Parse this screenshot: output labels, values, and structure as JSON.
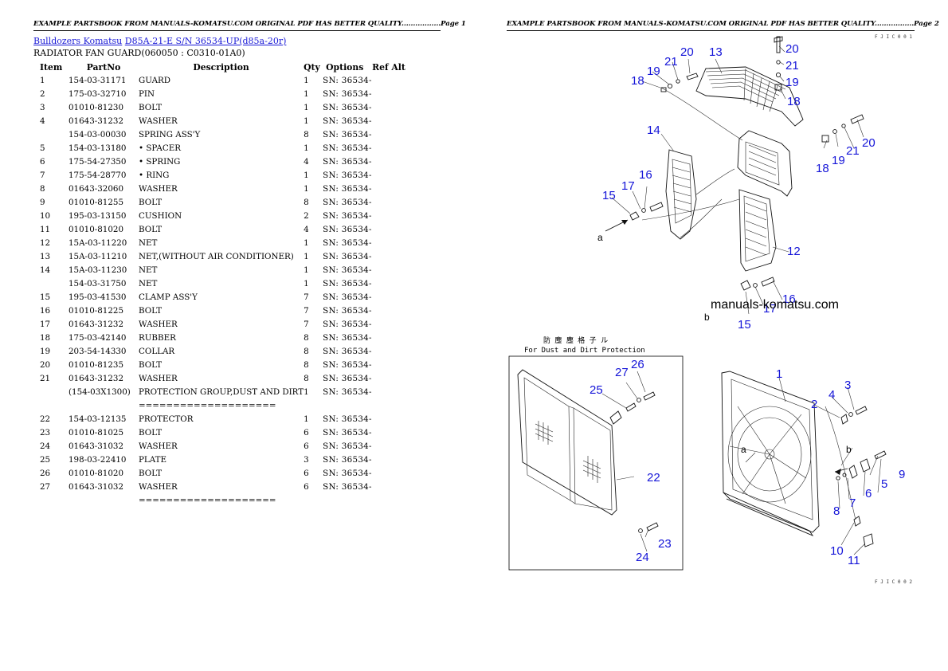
{
  "header": {
    "page1": "EXAMPLE PARTSBOOK FROM MANUALS-KOMATSU.COM ORIGINAL PDF HAS BETTER QUALITY.................Page 1",
    "page2": "EXAMPLE PARTSBOOK FROM MANUALS-KOMATSU.COM ORIGINAL PDF HAS BETTER QUALITY.................Page 2"
  },
  "breadcrumb": {
    "link1": "Bulldozers Komatsu",
    "link2": "D85A-21-E S/N 36534-UP(d85a-20r)"
  },
  "subtitle": "RADIATOR FAN GUARD(060050 : C0310-01A0)",
  "table": {
    "columns": [
      "Item",
      "PartNo",
      "Description",
      "Qty",
      "Options",
      "Ref Alt"
    ],
    "rows": [
      {
        "item": "1",
        "part": "154-03-31171",
        "desc": "GUARD",
        "qty": "1",
        "opt": "SN: 36534-"
      },
      {
        "item": "2",
        "part": "175-03-32710",
        "desc": "PIN",
        "qty": "1",
        "opt": "SN: 36534-"
      },
      {
        "item": "3",
        "part": "01010-81230",
        "desc": "BOLT",
        "qty": "1",
        "opt": "SN: 36534-"
      },
      {
        "item": "4",
        "part": "01643-31232",
        "desc": "WASHER",
        "qty": "1",
        "opt": "SN: 36534-"
      },
      {
        "item": "",
        "part": "154-03-00030",
        "desc": "SPRING ASS'Y",
        "qty": "8",
        "opt": "SN: 36534-"
      },
      {
        "item": "5",
        "part": "154-03-13180",
        "desc": "• SPACER",
        "qty": "1",
        "opt": "SN: 36534-"
      },
      {
        "item": "6",
        "part": "175-54-27350",
        "desc": "• SPRING",
        "qty": "4",
        "opt": "SN: 36534-"
      },
      {
        "item": "7",
        "part": "175-54-28770",
        "desc": "• RING",
        "qty": "1",
        "opt": "SN: 36534-"
      },
      {
        "item": "8",
        "part": "01643-32060",
        "desc": "WASHER",
        "qty": "1",
        "opt": "SN: 36534-"
      },
      {
        "item": "9",
        "part": "01010-81255",
        "desc": "BOLT",
        "qty": "8",
        "opt": "SN: 36534-"
      },
      {
        "item": "10",
        "part": "195-03-13150",
        "desc": "CUSHION",
        "qty": "2",
        "opt": "SN: 36534-"
      },
      {
        "item": "11",
        "part": "01010-81020",
        "desc": "BOLT",
        "qty": "4",
        "opt": "SN: 36534-"
      },
      {
        "item": "12",
        "part": "15A-03-11220",
        "desc": "NET",
        "qty": "1",
        "opt": "SN: 36534-"
      },
      {
        "item": "13",
        "part": "15A-03-11210",
        "desc": "NET,(WITHOUT AIR CONDITIONER)",
        "qty": "1",
        "opt": "SN: 36534-"
      },
      {
        "item": "14",
        "part": "15A-03-11230",
        "desc": "NET",
        "qty": "1",
        "opt": "SN: 36534-"
      },
      {
        "item": "",
        "part": "154-03-31750",
        "desc": "NET",
        "qty": "1",
        "opt": "SN: 36534-"
      },
      {
        "item": "15",
        "part": "195-03-41530",
        "desc": "CLAMP ASS'Y",
        "qty": "7",
        "opt": "SN: 36534-"
      },
      {
        "item": "16",
        "part": "01010-81225",
        "desc": "BOLT",
        "qty": "7",
        "opt": "SN: 36534-"
      },
      {
        "item": "17",
        "part": "01643-31232",
        "desc": "WASHER",
        "qty": "7",
        "opt": "SN: 36534-"
      },
      {
        "item": "18",
        "part": "175-03-42140",
        "desc": "RUBBER",
        "qty": "8",
        "opt": "SN: 36534-"
      },
      {
        "item": "19",
        "part": "203-54-14330",
        "desc": "COLLAR",
        "qty": "8",
        "opt": "SN: 36534-"
      },
      {
        "item": "20",
        "part": "01010-81235",
        "desc": "BOLT",
        "qty": "8",
        "opt": "SN: 36534-"
      },
      {
        "item": "21",
        "part": "01643-31232",
        "desc": "WASHER",
        "qty": "8",
        "opt": "SN: 36534-"
      },
      {
        "item": "",
        "part": "(154-03X1300)",
        "desc": "PROTECTION GROUP,DUST AND DIRT",
        "qty": "1",
        "opt": "SN: 36534-"
      },
      {
        "item": "",
        "part": "",
        "desc": "====================",
        "qty": "",
        "opt": ""
      },
      {
        "item": "22",
        "part": "154-03-12135",
        "desc": "PROTECTOR",
        "qty": "1",
        "opt": "SN: 36534-"
      },
      {
        "item": "23",
        "part": "01010-81025",
        "desc": "BOLT",
        "qty": "6",
        "opt": "SN: 36534-"
      },
      {
        "item": "24",
        "part": "01643-31032",
        "desc": "WASHER",
        "qty": "6",
        "opt": "SN: 36534-"
      },
      {
        "item": "25",
        "part": "198-03-22410",
        "desc": "PLATE",
        "qty": "3",
        "opt": "SN: 36534-"
      },
      {
        "item": "26",
        "part": "01010-81020",
        "desc": "BOLT",
        "qty": "6",
        "opt": "SN: 36534-"
      },
      {
        "item": "27",
        "part": "01643-31032",
        "desc": "WASHER",
        "qty": "6",
        "opt": "SN: 36534-"
      },
      {
        "item": "",
        "part": "",
        "desc": "====================",
        "qty": "",
        "opt": ""
      }
    ]
  },
  "diagram": {
    "watermark": "manuals-komatsu.com",
    "caption_jp": "防 塵 塵 格 子 ル",
    "caption_en": "For Dust and Dirt Protection",
    "drawing_id_top": "F J I C 0 0 1",
    "drawing_id_bottom": "F J I C 0 0 2",
    "callouts_top": [
      "20",
      "21",
      "19",
      "18",
      "13",
      "20",
      "21",
      "19",
      "18",
      "21",
      "20",
      "19",
      "18",
      "14",
      "16",
      "17",
      "15",
      "12",
      "16",
      "17",
      "15"
    ],
    "callouts_bottom": [
      "26",
      "27",
      "25",
      "22",
      "23",
      "24",
      "1",
      "3",
      "4",
      "2",
      "9",
      "5",
      "6",
      "7",
      "8",
      "10",
      "11"
    ],
    "letter_a": "a",
    "letter_b": "b"
  }
}
